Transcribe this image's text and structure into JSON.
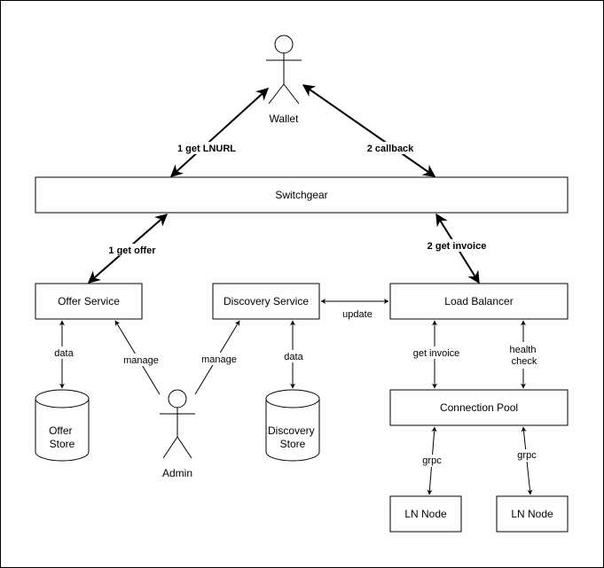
{
  "nodes": {
    "wallet": "Wallet",
    "switchgear": "Switchgear",
    "offer_service": "Offer Service",
    "discovery_service": "Discovery Service",
    "load_balancer": "Load Balancer",
    "offer_store": [
      "Offer",
      "Store"
    ],
    "discovery_store": [
      "Discovery",
      "Store"
    ],
    "admin": "Admin",
    "connection_pool": "Connection Pool",
    "ln_node_1": "LN Node",
    "ln_node_2": "LN Node"
  },
  "edges": {
    "get_lnurl": "1 get LNURL",
    "callback": "2 callback",
    "get_offer": "1 get offer",
    "get_invoice_main": "2 get invoice",
    "update": "update",
    "offer_data": "data",
    "discovery_data": "data",
    "manage_offer": "manage",
    "manage_discovery": "manage",
    "get_invoice_pool": "get invoice",
    "health_check": [
      "health",
      "check"
    ],
    "grpc_1": "grpc",
    "grpc_2": "grpc"
  }
}
